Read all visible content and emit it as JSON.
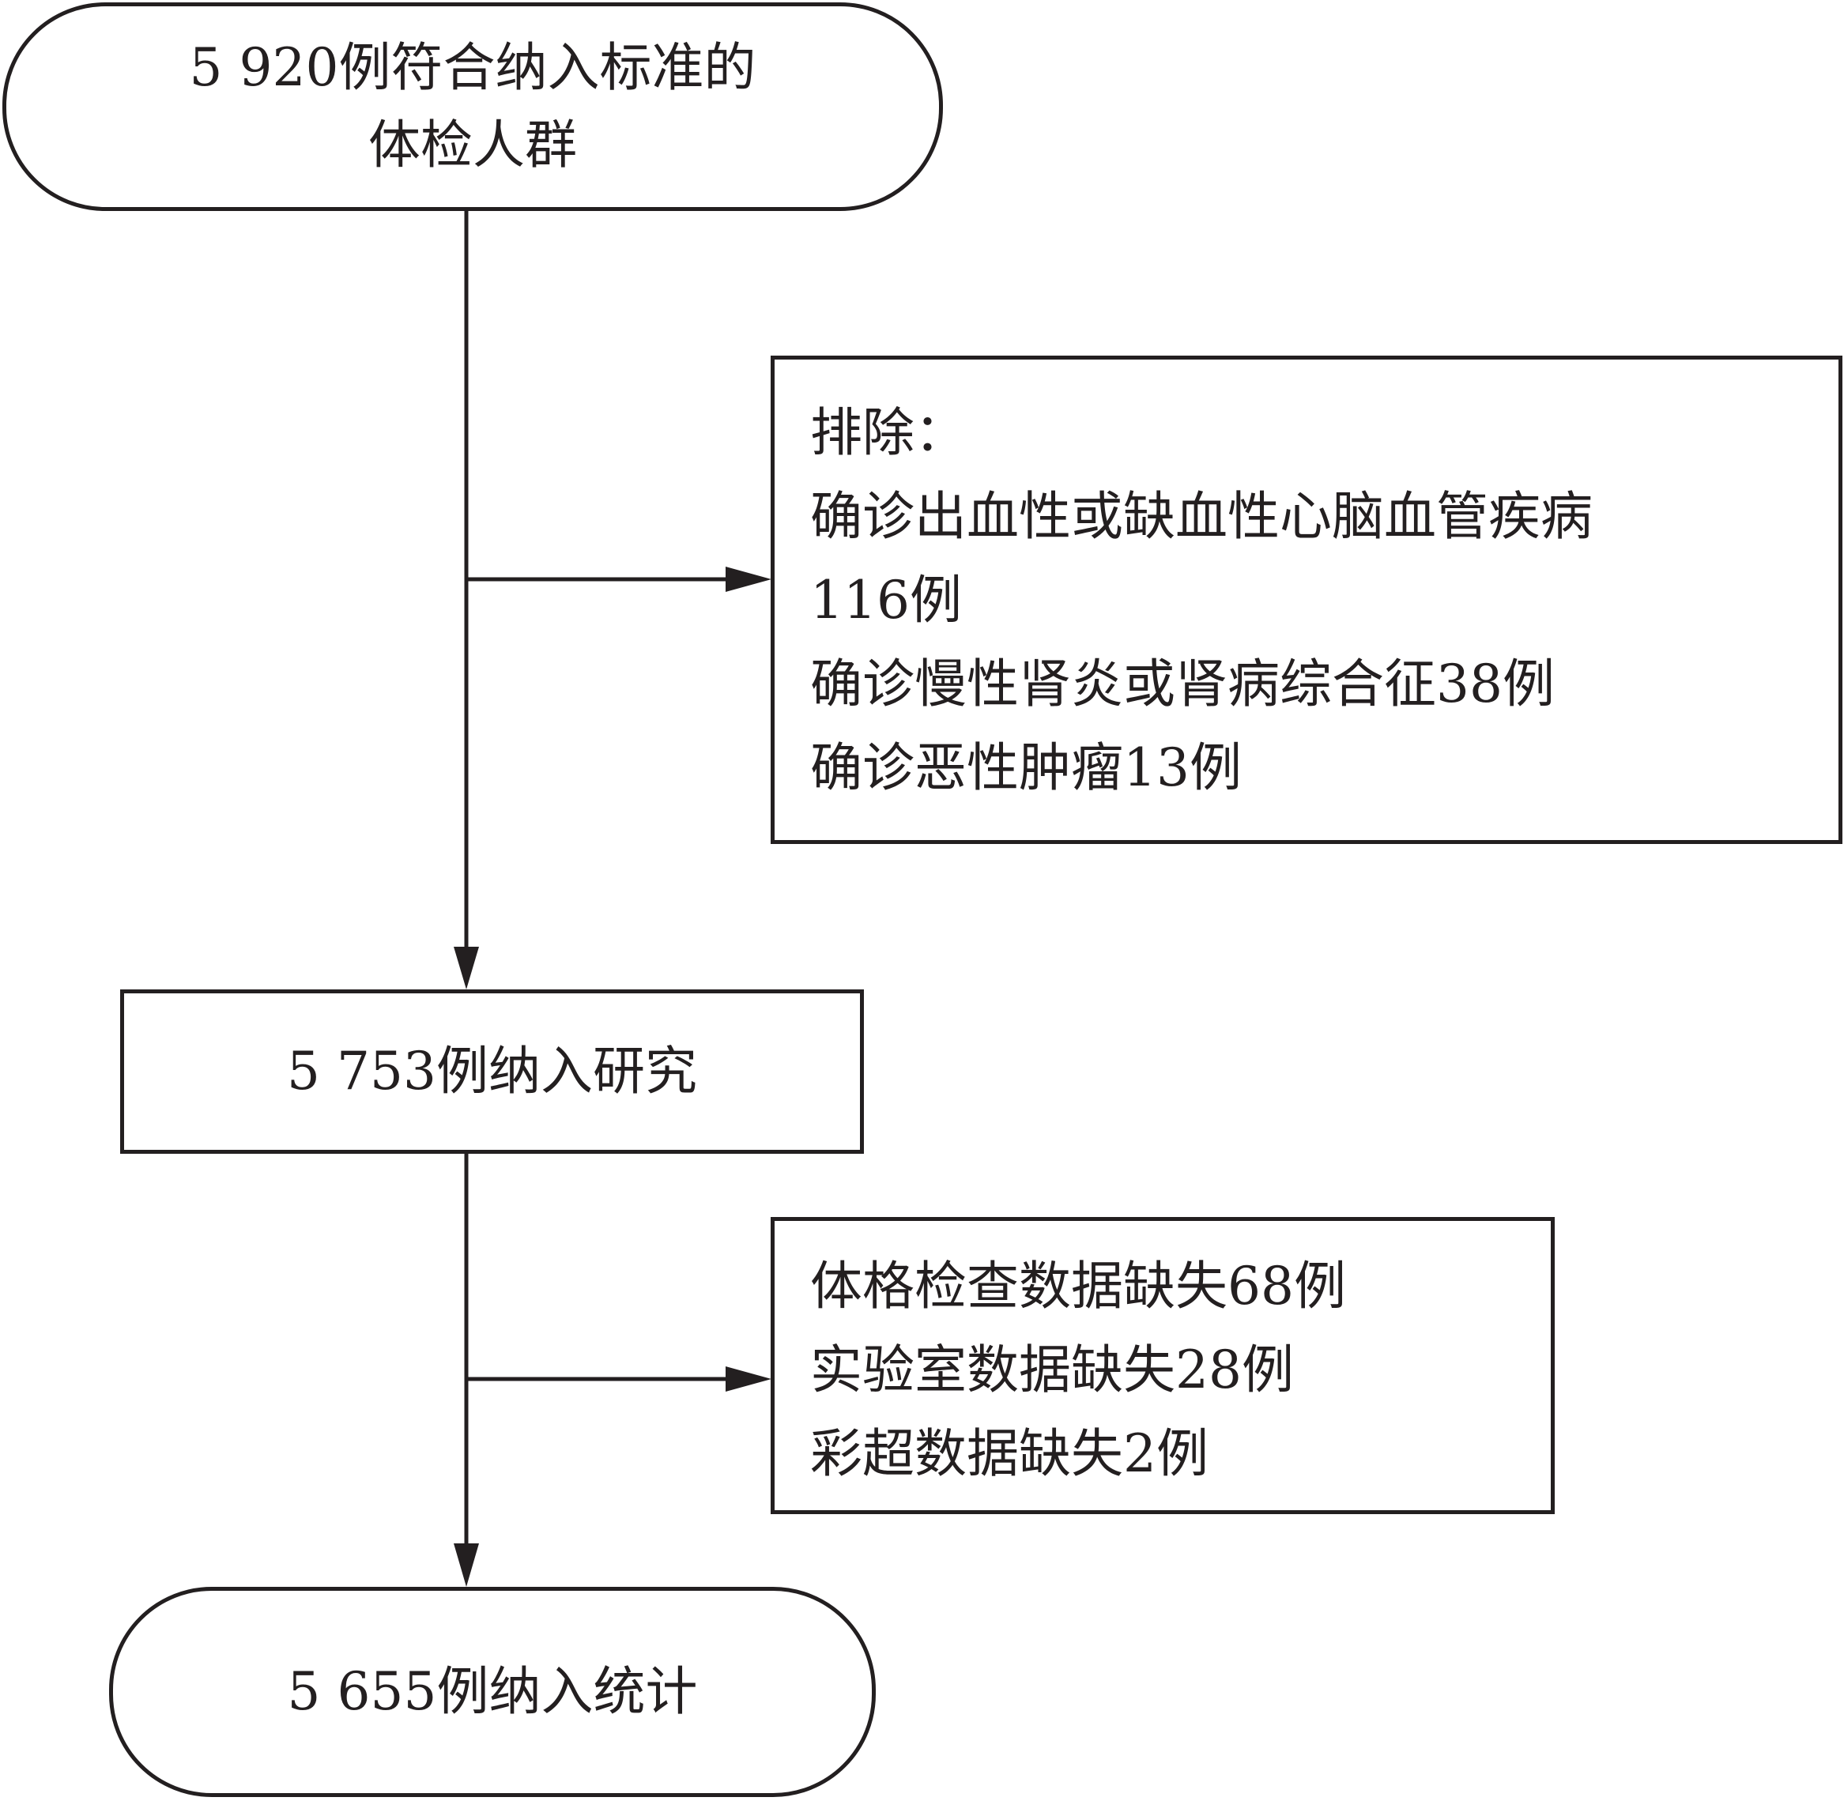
{
  "nodes": {
    "start": {
      "lines": [
        "5 920例符合纳入标准的",
        "体检人群"
      ]
    },
    "exclusion1": {
      "title": "排除：",
      "lines": [
        "确诊出血性或缺血性心脑血管疾病",
        "116例",
        "确诊慢性肾炎或肾病综合征38例",
        "确诊恶性肿瘤13例"
      ]
    },
    "included": {
      "label": "5 753例纳入研究"
    },
    "exclusion2": {
      "lines": [
        "体格检查数据缺失68例",
        "实验室数据缺失28例",
        "彩超数据缺失2例"
      ]
    },
    "final": {
      "label": "5 655例纳入统计"
    }
  },
  "colors": {
    "stroke": "#231f20",
    "background": "#ffffff"
  }
}
